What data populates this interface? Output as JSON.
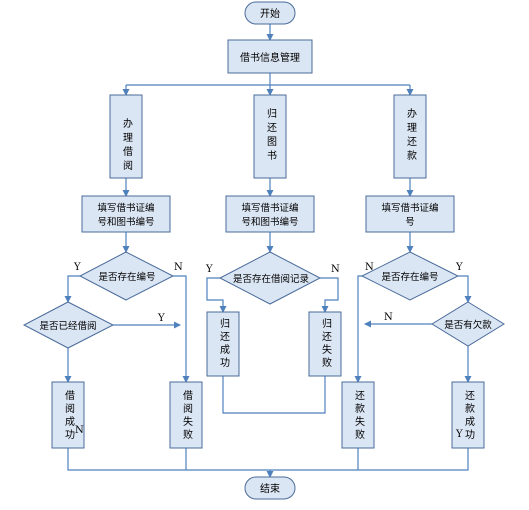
{
  "nodes": {
    "start": "开始",
    "info_manage": "借书信息管理",
    "borrow": "办理借阅",
    "return_book": "归还图书",
    "pay": "办理还款",
    "fill_borrow_1": "填写借书证编",
    "fill_borrow_2": "号和图书编号",
    "fill_return_1": "填写借书证编",
    "fill_return_2": "号和图书编号",
    "fill_pay_1": "填写借书证编",
    "fill_pay_2": "号",
    "exists_id_left": "是否存在编号",
    "has_borrowed": "是否已经借阅",
    "exists_record": "是否存在借阅记录",
    "exists_id_right": "是否存在编号",
    "has_debt": "是否有欠款",
    "borrow_ok": "借阅成功",
    "borrow_fail": "借阅失败",
    "return_ok": "归还成功",
    "return_fail": "归还失败",
    "pay_fail": "还款失败",
    "pay_ok": "还款成功",
    "end": "结束"
  },
  "branches": {
    "y_exists_left": "Y",
    "n_exists_left": "N",
    "y_borrowed": "Y",
    "n_borrowed": "N",
    "y_record": "Y",
    "n_record": "N",
    "n_exists_right": "N",
    "y_exists_right": "Y",
    "n_debt": "N",
    "y_debt": "Y"
  }
}
